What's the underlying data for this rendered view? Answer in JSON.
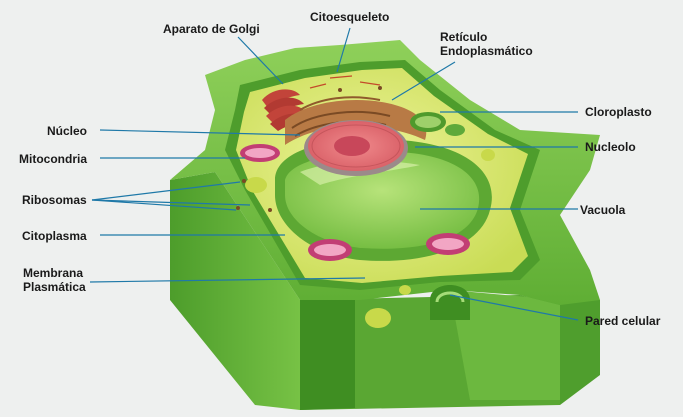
{
  "labels": {
    "golgi": "Aparato de Golgi",
    "citoesqueleto": "Citoesqueleto",
    "reticulo_1": "Retículo",
    "reticulo_2": "Endoplasmático",
    "cloroplasto": "Cloroplasto",
    "nucleo": "Núcleo",
    "nucleolo": "Nucleolo",
    "mitocondria": "Mitocondria",
    "ribosomas": "Ribosomas",
    "vacuola": "Vacuola",
    "citoplasma": "Citoplasma",
    "membrana_1": "Membrana",
    "membrana_2": "Plasmática",
    "pared": "Pared celular"
  },
  "colors": {
    "background": "#eef0ef",
    "cell_wall": "#6bbd3a",
    "cell_wall_dark": "#3f8e22",
    "cytoplasm": "#d7e86a",
    "vacuole": "#8fcf55",
    "nucleus": "#e36a6f",
    "nucleolus": "#c8475a",
    "golgi": "#c2443a",
    "er": "#b87a45",
    "mitochondria": "#c23e74",
    "leader_line": "#1f79a8"
  }
}
